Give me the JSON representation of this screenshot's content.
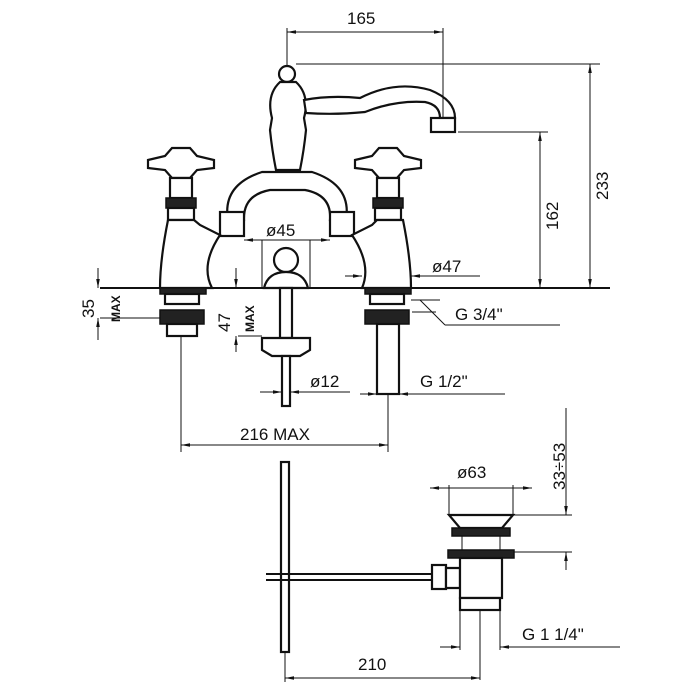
{
  "drawing": {
    "faucet": {
      "spout_reach": "165",
      "total_height": "233",
      "spout_height": "162",
      "body_diameter": "ø45",
      "handle_base_diameter": "ø47",
      "inlet_thread": "G 3/4\"",
      "tail_length": "35",
      "tail_length_note": "MAX",
      "rod_length": "47",
      "rod_length_note": "MAX",
      "rod_diameter": "ø12",
      "outlet_thread": "G 1/2\"",
      "centers": "216 MAX"
    },
    "waste": {
      "plug_diameter": "ø63",
      "adjust_range": "33÷53",
      "thread": "G 1 1/4\"",
      "rod_length": "210"
    }
  }
}
